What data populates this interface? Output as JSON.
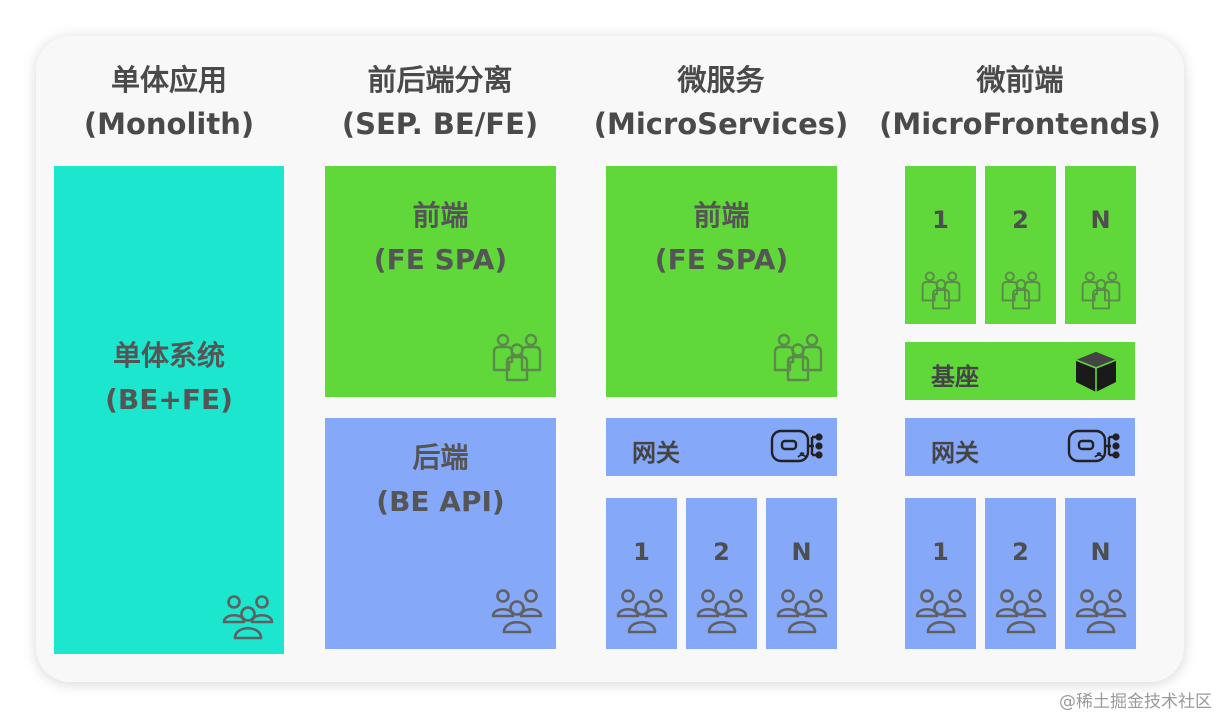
{
  "columns": [
    {
      "title": "单体应用",
      "subtitle": "(Monolith)"
    },
    {
      "title": "前后端分离",
      "subtitle": "(SEP. BE/FE)"
    },
    {
      "title": "微服务",
      "subtitle": "(MicroServices)"
    },
    {
      "title": "微前端",
      "subtitle": "(MicroFrontends)"
    }
  ],
  "monolith": {
    "title": "单体系统",
    "subtitle": "(BE+FE)"
  },
  "sep": {
    "frontend": {
      "title": "前端",
      "subtitle": "(FE SPA)"
    },
    "backend": {
      "title": "后端",
      "subtitle": "(BE API)"
    }
  },
  "micro": {
    "frontend": {
      "title": "前端",
      "subtitle": "(FE SPA)"
    },
    "gateway": "网关",
    "services": [
      "1",
      "2",
      "N"
    ]
  },
  "microfe": {
    "apps": [
      "1",
      "2",
      "N"
    ],
    "base": "基座",
    "gateway": "网关",
    "services": [
      "1",
      "2",
      "N"
    ]
  },
  "colors": {
    "frontend": "#60d83a",
    "backend": "#86a8f8",
    "monolith": "#1de6cf"
  },
  "watermark": "@稀土掘金技术社区"
}
